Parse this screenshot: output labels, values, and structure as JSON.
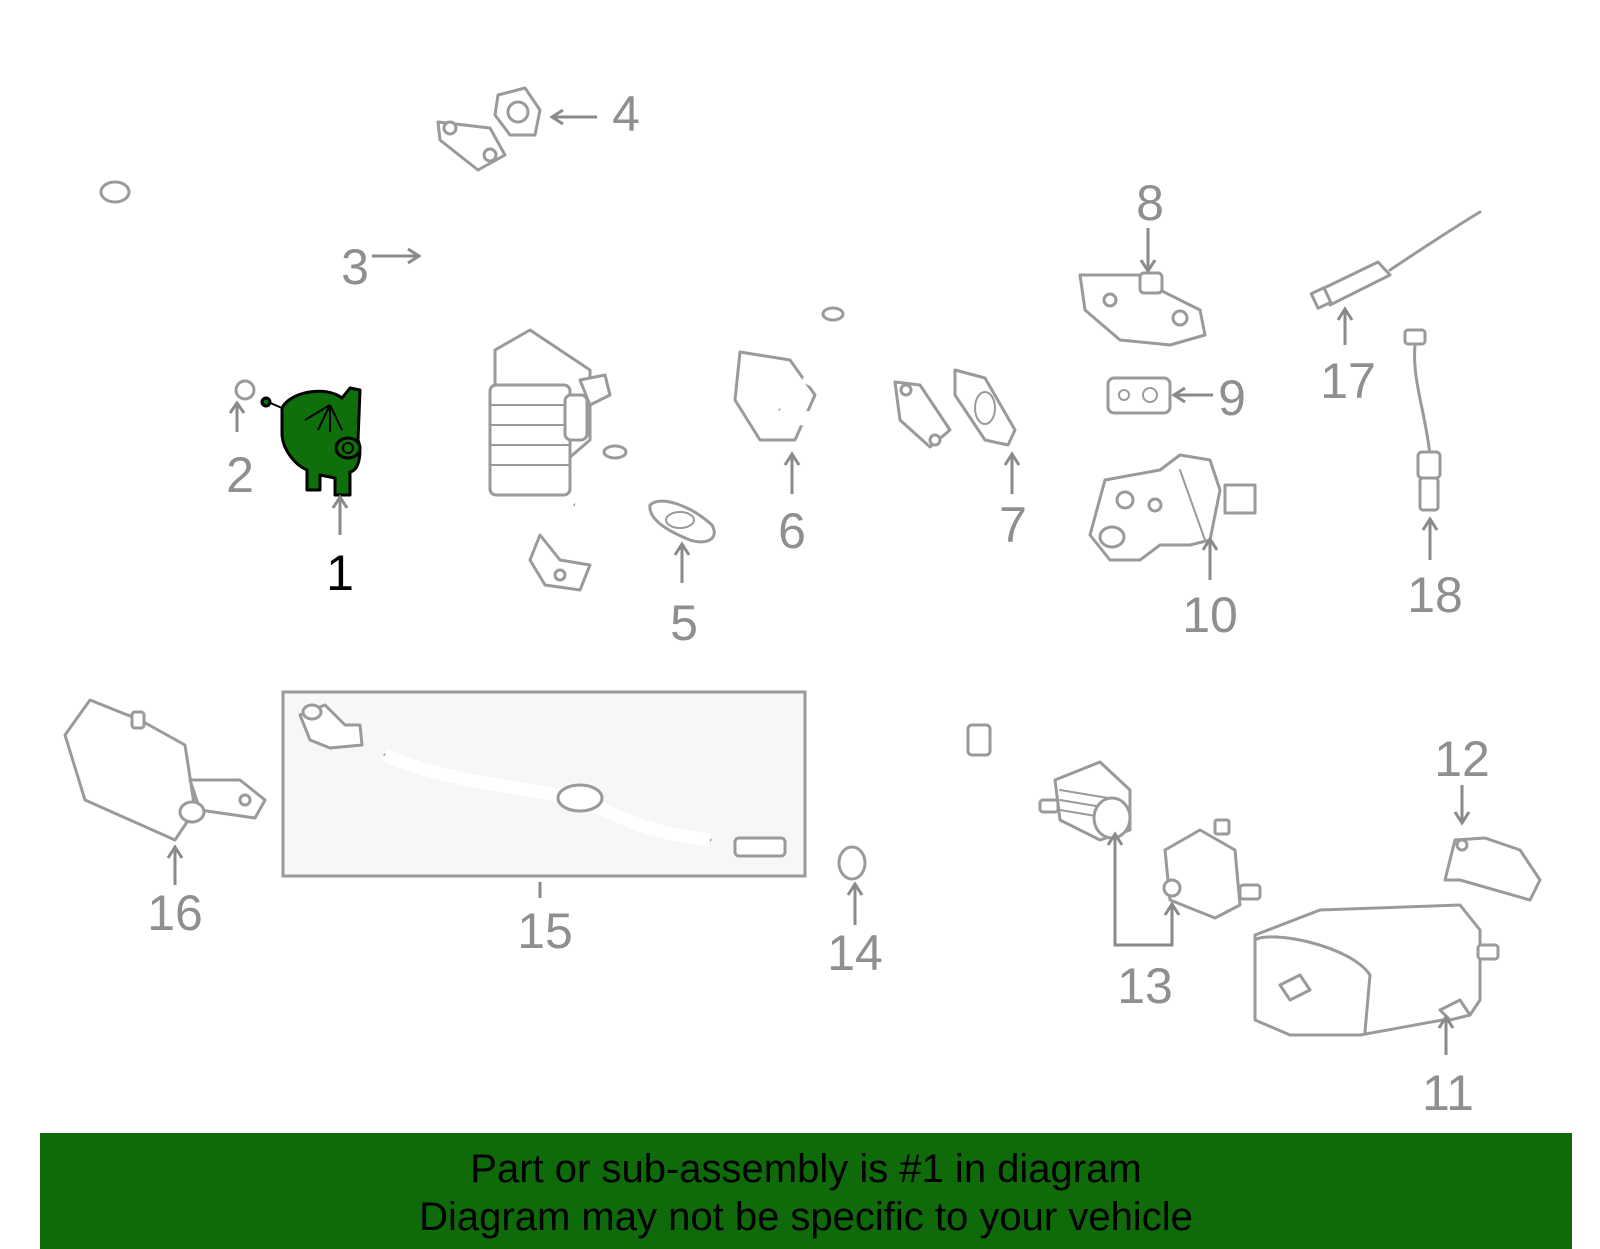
{
  "callouts": [
    {
      "id": "1",
      "highlighted": true
    },
    {
      "id": "2"
    },
    {
      "id": "3"
    },
    {
      "id": "4"
    },
    {
      "id": "5"
    },
    {
      "id": "6"
    },
    {
      "id": "7"
    },
    {
      "id": "8"
    },
    {
      "id": "9"
    },
    {
      "id": "10"
    },
    {
      "id": "11"
    },
    {
      "id": "12"
    },
    {
      "id": "13"
    },
    {
      "id": "14"
    },
    {
      "id": "15"
    },
    {
      "id": "16"
    },
    {
      "id": "17"
    },
    {
      "id": "18"
    }
  ],
  "banner": {
    "line1": "Part or sub-assembly is #1 in diagram",
    "line2": "Diagram may not be specific to your vehicle"
  },
  "colors": {
    "highlight": "#0f6f0a",
    "banner": "#0f6a0a",
    "part_outline": "#9a9a9a"
  }
}
